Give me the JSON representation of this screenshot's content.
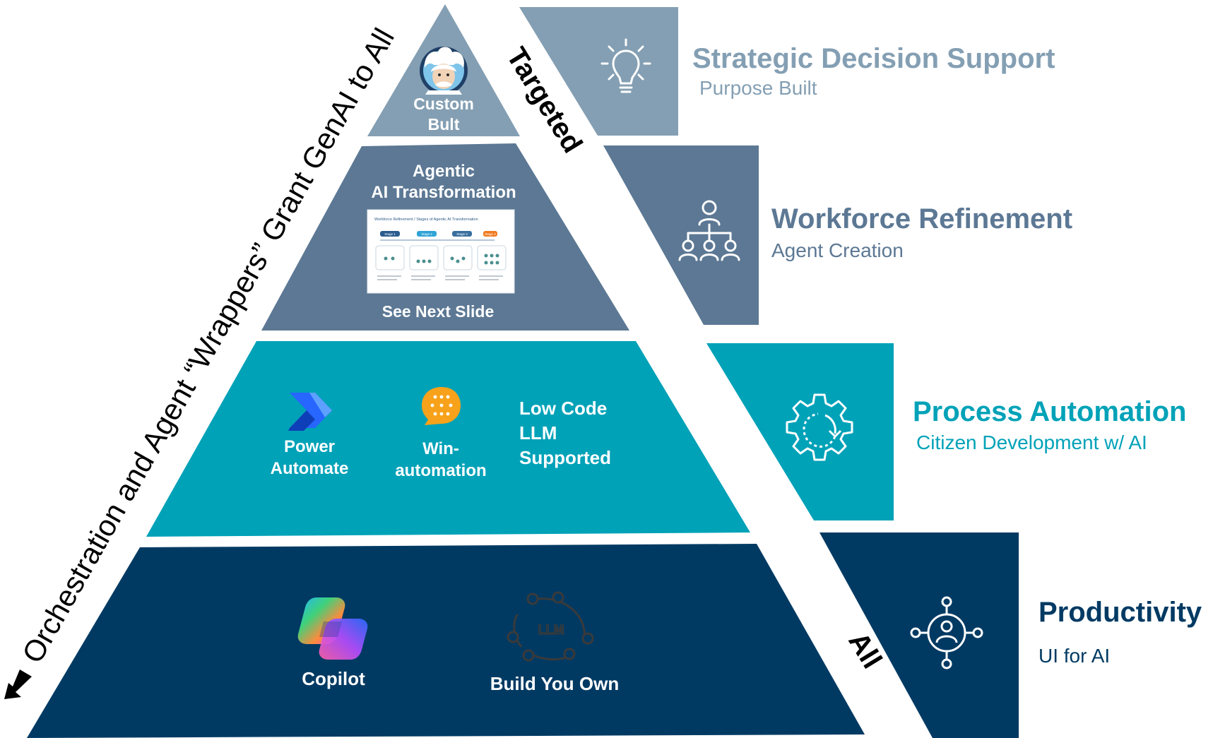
{
  "diagram": {
    "side_label": "Orchestration and Agent “Wrappers” Grant GenAI to All",
    "targeted_label": "Targeted",
    "all_label": "All",
    "tiers": [
      {
        "id": "strategic",
        "color": "#849fb3",
        "pyramid_lines": [
          "Custom",
          "Bult"
        ],
        "icon": "lightbulb-icon",
        "title": "Strategic Decision Support",
        "subtitle": "Purpose Built"
      },
      {
        "id": "workforce",
        "color": "#5c7894",
        "heading_lines": [
          "Agentic",
          "AI Transformation"
        ],
        "thumbnail_title": "Workforce Refinement / Stages of Agentic AI Transformation",
        "thumbnail_stages": [
          "Stage 1",
          "Stage 2",
          "Stage 3",
          "Stage 4"
        ],
        "footer": "See Next Slide",
        "icon": "org-chart-icon",
        "title": "Workforce Refinement",
        "subtitle": "Agent Creation"
      },
      {
        "id": "process",
        "color": "#00a2b8",
        "tools": [
          {
            "icon": "power-automate-icon",
            "lines": [
              "Power",
              "Automate"
            ]
          },
          {
            "icon": "winautomation-icon",
            "lines": [
              "Win-",
              "automation"
            ]
          }
        ],
        "lowcode_lines": [
          "Low Code",
          "LLM",
          "Supported"
        ],
        "icon": "gear-cycle-icon",
        "title": "Process Automation",
        "subtitle": "Citizen Development w/ AI"
      },
      {
        "id": "productivity",
        "color": "#003a63",
        "tools": [
          {
            "icon": "copilot-icon",
            "label": "Copilot"
          },
          {
            "icon": "llm-network-icon",
            "label": "Build You Own",
            "badge": "LLM"
          }
        ],
        "icon": "user-network-icon",
        "title": "Productivity",
        "subtitle": "UI for AI"
      }
    ]
  }
}
